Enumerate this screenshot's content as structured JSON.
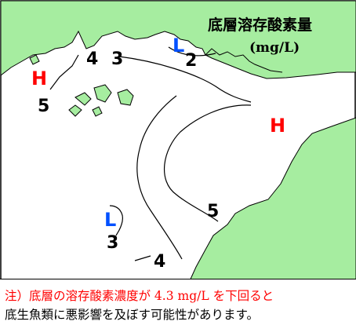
{
  "map": {
    "title": "底層溶存酸素量",
    "unit": "(mg/L)",
    "pressure_marks": {
      "high_west": "H",
      "high_east": "H",
      "low_north": "L",
      "low_south": "L"
    },
    "contour_labels": {
      "c4_north": "4",
      "c3_north": "3",
      "c2_north": "2",
      "c5_west": "5",
      "c5_east": "5",
      "c3_south": "3",
      "c4_south": "4"
    },
    "colors": {
      "land": "#a6eda0",
      "sea": "#ffffff",
      "high": "#ff0000",
      "low": "#0050ff"
    }
  },
  "note": {
    "line1": "注）底層の溶存酸素濃度が 4.3 mg/L を下回ると",
    "line2": "底生魚類に悪影響を及ぼす可能性があります。"
  }
}
